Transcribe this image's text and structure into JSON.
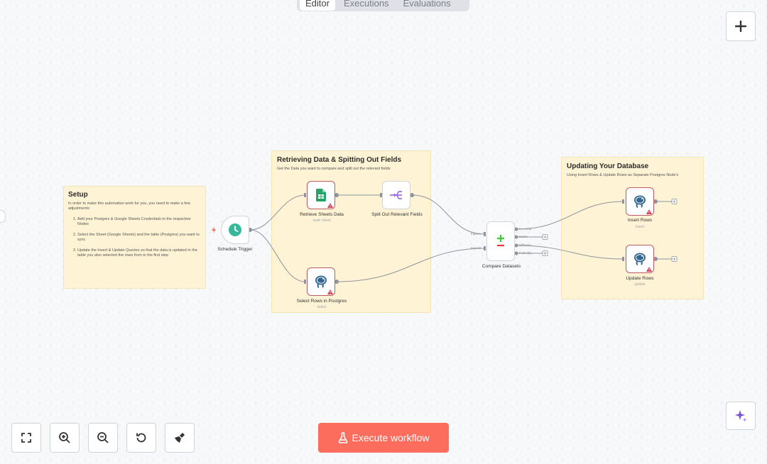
{
  "tabs": [
    {
      "label": "Editor",
      "active": true
    },
    {
      "label": "Executions",
      "active": false
    },
    {
      "label": "Evaluations",
      "active": false
    }
  ],
  "stickies": {
    "setup": {
      "title": "Setup",
      "intro": "In order to make this automation work for you, you need to make a few adjustments:",
      "steps": [
        "Add your Postgres & Google Sheets Credentials to the respective Nodes",
        "Select the Sheet (Google Sheets) and the table (Postgres) you want to sync",
        "Update the Insert & Update Queries so that the data is updated in the table you also selected the rows from in the first step"
      ]
    },
    "retrieve": {
      "title": "Retrieving Data & Spitting Out Fields",
      "subtitle": "Get the Data you want to compare and split out the relevant fields"
    },
    "update": {
      "title": "Updating Your Database",
      "subtitle": "Using Insert Rows & Update Rows as Separate Postgres Node's"
    }
  },
  "nodes": {
    "schedule_trigger": {
      "label": "Schedule Trigger",
      "icon": "clock-icon"
    },
    "retrieve_sheets": {
      "label": "Retrieve Sheets Data",
      "sub": "read: sheet",
      "icon": "google-sheets-icon"
    },
    "split_out": {
      "label": "Split Out Relevant Fields",
      "icon": "split-out-icon"
    },
    "select_rows": {
      "label": "Select Rows in Postgres",
      "sub": "select",
      "icon": "postgres-icon"
    },
    "compare": {
      "label": "Compare Datasets",
      "icon": "compare-icon",
      "inputs": [
        "Input A",
        "Input B"
      ],
      "outputs": [
        "In A only",
        "Same",
        "Different",
        "In B only"
      ]
    },
    "insert_rows": {
      "label": "Insert Rows",
      "sub": "insert",
      "icon": "postgres-icon"
    },
    "update_rows": {
      "label": "Update Rows",
      "sub": "update",
      "icon": "postgres-icon"
    }
  },
  "controls": {
    "fit_view": "fit-view-icon",
    "zoom_in": "zoom-in-icon",
    "zoom_out": "zoom-out-icon",
    "reset_zoom": "reset-icon",
    "tidy_up": "broom-icon"
  },
  "execute_label": "Execute workflow",
  "colors": {
    "accent": "#fd6d5e",
    "sticky": "#fef3d4",
    "error": "#c05a62",
    "sheets_green": "#23a566",
    "trigger_teal": "#35b99a",
    "split_purple": "#9158e8"
  }
}
